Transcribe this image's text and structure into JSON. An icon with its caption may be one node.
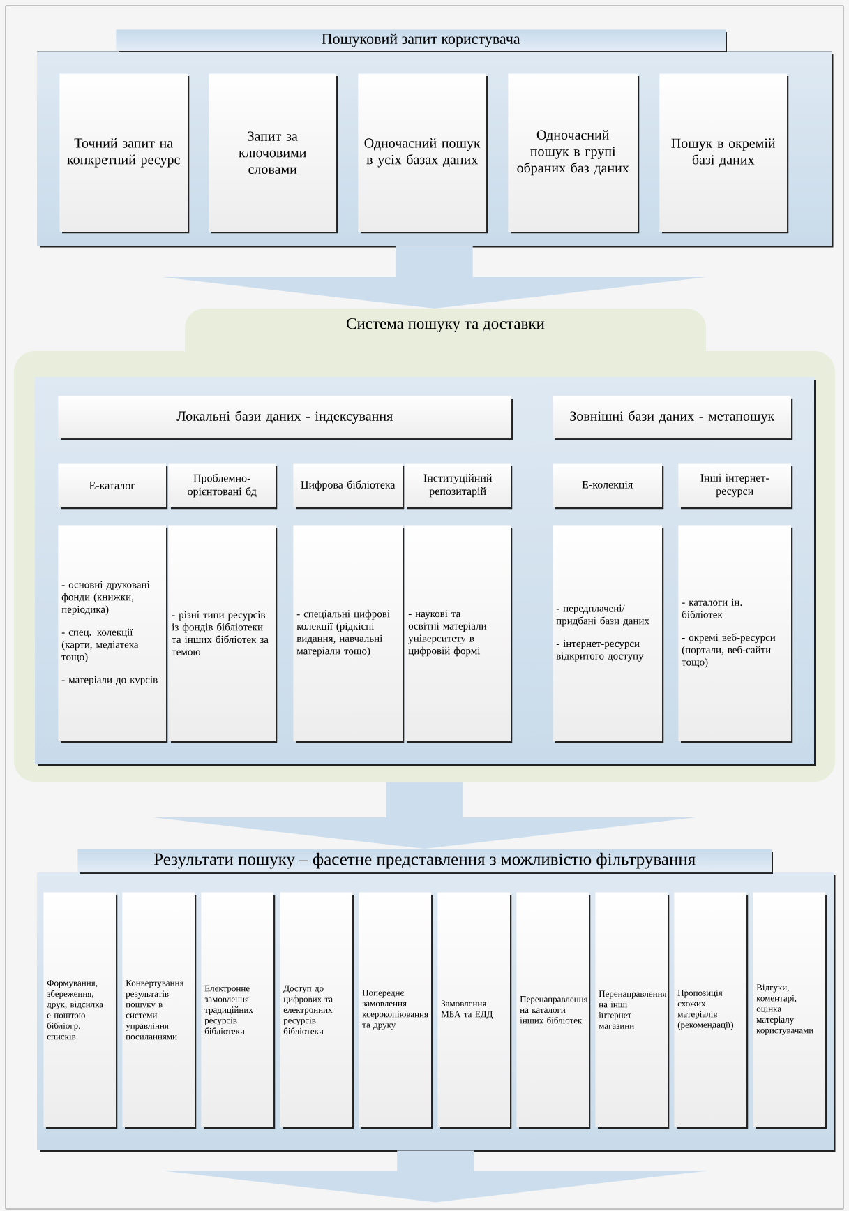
{
  "diagram": {
    "nodes": [
      {
        "text": [
          "Пошуковий запит користувача"
        ]
      },
      {
        "text": [
          "Точний запит на конкретний ресурс"
        ],
        "in": 0
      },
      {
        "text": [
          "Запит за ключовими словами"
        ],
        "in": 0
      },
      {
        "text": [
          "Одночасний пошук в усіх базах даних"
        ],
        "in": 0
      },
      {
        "text": [
          "Одночасний пошук в групі обраних баз даних"
        ],
        "in": 0
      },
      {
        "text": [
          "Пошук в окремій базі даних"
        ],
        "in": 0
      },
      {
        "text": [
          "Система пошуку та доставки"
        ]
      },
      {
        "text": [
          "Локальні бази даних - індексування"
        ],
        "in": 6
      },
      {
        "text": [
          "Зовнішні бази даних - метапошук"
        ],
        "in": 6
      },
      {
        "text": [
          "Е-каталог"
        ],
        "in": 6
      },
      {
        "text": [
          "Проблемно-орієнтовані бд"
        ],
        "in": 6
      },
      {
        "text": [
          "Цифрова бібліотека"
        ],
        "in": 6
      },
      {
        "text": [
          "Інституційний репозитарій"
        ],
        "in": 6
      },
      {
        "text": [
          "Е-колекція"
        ],
        "in": 6
      },
      {
        "text": [
          "Інші інтернет-ресурси"
        ],
        "in": 6
      },
      {
        "text": [
          "- основні друковані фонди (книжки, періодика)",
          "- спец. колекції (карти, медіатека тощо)",
          "- матеріали до курсів"
        ],
        "in": 6
      },
      {
        "text": [
          "- різні типи ресурсів із фондів бібліотеки та інших бібліотек за темою"
        ],
        "in": 6
      },
      {
        "text": [
          "- спеціальні цифрові колекції (рідкісні видання, навчальні матеріали тощо)"
        ],
        "in": 6
      },
      {
        "text": [
          "- наукові та освітні матеріали університету в цифровій формі"
        ],
        "in": 6
      },
      {
        "text": [
          "- передплачені/ придбані бази даних",
          "- інтернет-ресурси відкритого доступу"
        ],
        "in": 6
      },
      {
        "text": [
          "- каталоги ін. бібліотек",
          "- окремі веб-ресурси (портали, веб-сайти тощо)"
        ],
        "in": 6
      },
      {
        "text": [
          "Результати пошуку – фасетне представлення з можливістю фільтрування"
        ]
      },
      {
        "text": [
          "Формування, збереження, друк, відсилка е-поштою бібліогр. списків"
        ],
        "in": 21
      },
      {
        "text": [
          "Конвертування результатів пошуку в системи управління посиланнями"
        ],
        "in": 21
      },
      {
        "text": [
          "Електронне замовлення традиційних ресурсів бібліотеки"
        ],
        "in": 21
      },
      {
        "text": [
          "Доступ до цифрових та електронних ресурсів бібліотеки"
        ],
        "in": 21
      },
      {
        "text": [
          "Попереднє замовлення ксерокопіювання та друку"
        ],
        "in": 21
      },
      {
        "text": [
          "Замовлення МБА та ЕДД"
        ],
        "in": 21
      },
      {
        "text": [
          "Перенаправлення на каталоги інших бібліотек"
        ],
        "in": 21
      },
      {
        "text": [
          "Перенаправлення на інші інтернет-магазини"
        ],
        "in": 21
      },
      {
        "text": [
          "Пропозиція схожих матеріалів (рекомендації)"
        ],
        "in": 21
      },
      {
        "text": [
          "Відгуки, коментарі, оцінка матеріалу користувачами"
        ],
        "in": 21
      }
    ],
    "edges": [
      {
        "from": 0,
        "to": 6,
        "arrow": "to"
      },
      {
        "from": 6,
        "to": 21,
        "arrow": "to"
      },
      {
        "from": 21,
        "to": null,
        "arrow": "to"
      }
    ]
  }
}
